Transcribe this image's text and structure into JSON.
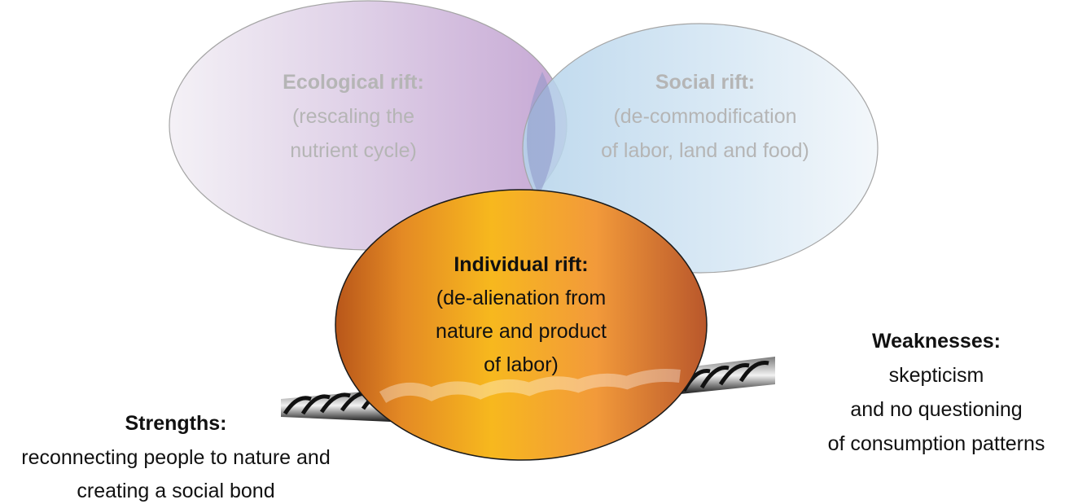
{
  "circles": {
    "ecological": {
      "title": "Ecological rift:",
      "lines": [
        "(rescaling the",
        "nutrient cycle)"
      ],
      "text_color": "#b5b5b5"
    },
    "social": {
      "title": "Social rift:",
      "lines": [
        "(de-commodification",
        "of labor, land and food)"
      ],
      "text_color": "#b5b5b5"
    },
    "individual": {
      "title": "Individual rift:",
      "lines": [
        "(de-alienation from",
        "nature and product",
        "of labor)"
      ],
      "text_color": "#111111"
    }
  },
  "strengths": {
    "title": "Strengths:",
    "lines": [
      "reconnecting people to nature and",
      "creating a social bond"
    ]
  },
  "weaknesses": {
    "title": "Weaknesses:",
    "lines": [
      "skepticism",
      "and no questioning",
      "of consumption patterns"
    ]
  },
  "colors": {
    "ecological_fill": "#c9b0d6",
    "social_fill": "#b9d5ea",
    "individual_fill_left": "#c86a20",
    "individual_fill_center": "#f5b020",
    "individual_fill_right": "#c0602a",
    "rope": "#333333"
  }
}
